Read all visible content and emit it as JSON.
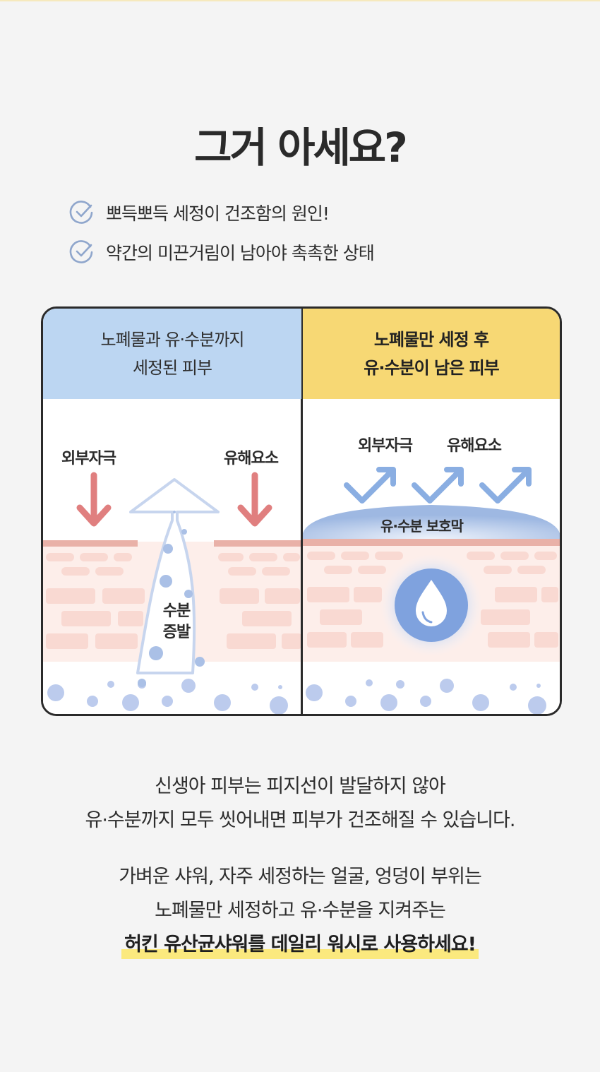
{
  "headline": "그거 아세요?",
  "checklist": [
    {
      "text": "뽀득뽀득 세정이 건조함의 원인!"
    },
    {
      "text": "약간의 미끈거림이 남아야 촉촉한 상태"
    }
  ],
  "comparison": {
    "left": {
      "title": "노폐물과 유·수분까지\n세정된 피부",
      "label_irritant": "외부자극",
      "label_harmful": "유해요소",
      "label_evaporation": "수분\n증발"
    },
    "right": {
      "title": "노폐물만 세정 후\n유·수분이 남은 피부",
      "label_irritant": "외부자극",
      "label_harmful": "유해요소",
      "label_barrier": "유·수분 보호막"
    }
  },
  "body": {
    "para1": [
      "신생아 피부는 피지선이 발달하지 않아",
      "유·수분까지 모두 씻어내면 피부가 건조해질 수 있습니다."
    ],
    "para2": [
      "가벼운 샤워, 자주 세정하는 얼굴, 엉덩이 부위는",
      "노폐물만 세정하고 유·수분을 지켜주는"
    ],
    "highlight": "허킨 유산균샤워를 데일리 워시로 사용하세요!"
  },
  "colors": {
    "left_header": "#bcd6f2",
    "right_header": "#f7d874",
    "down_arrow": "#e07f7f",
    "deflect_arrow": "#8aaee2",
    "skin_line": "#e9b1a8",
    "highlight": "#fbe97e"
  }
}
